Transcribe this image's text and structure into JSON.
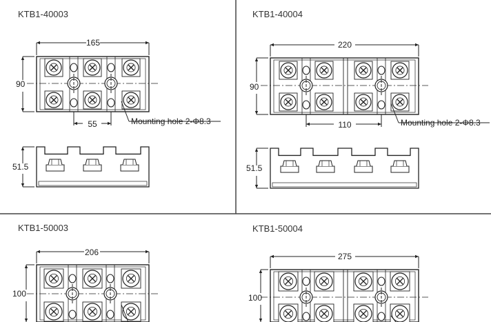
{
  "panels": [
    {
      "model": "KTB1-40003",
      "top_view": {
        "width_label": "165",
        "height_label": "90",
        "pitch_label": "55",
        "note": "Mounting hole 2-Φ8.3"
      },
      "side_view": {
        "height_label": "51.5"
      }
    },
    {
      "model": "KTB1-40004",
      "top_view": {
        "width_label": "220",
        "height_label": "90",
        "pitch_label": "110",
        "note": "Mounting hole 2-Φ8.3"
      },
      "side_view": {
        "height_label": "51.5"
      }
    },
    {
      "model": "KTB1-50003",
      "top_view": {
        "width_label": "206",
        "height_label": "100"
      }
    },
    {
      "model": "KTB1-50004",
      "top_view": {
        "width_label": "275",
        "height_label": "100"
      }
    }
  ],
  "colors": {
    "line": "#222222",
    "text": "#333333",
    "divider": "#444444",
    "fill": "#ffffff"
  }
}
